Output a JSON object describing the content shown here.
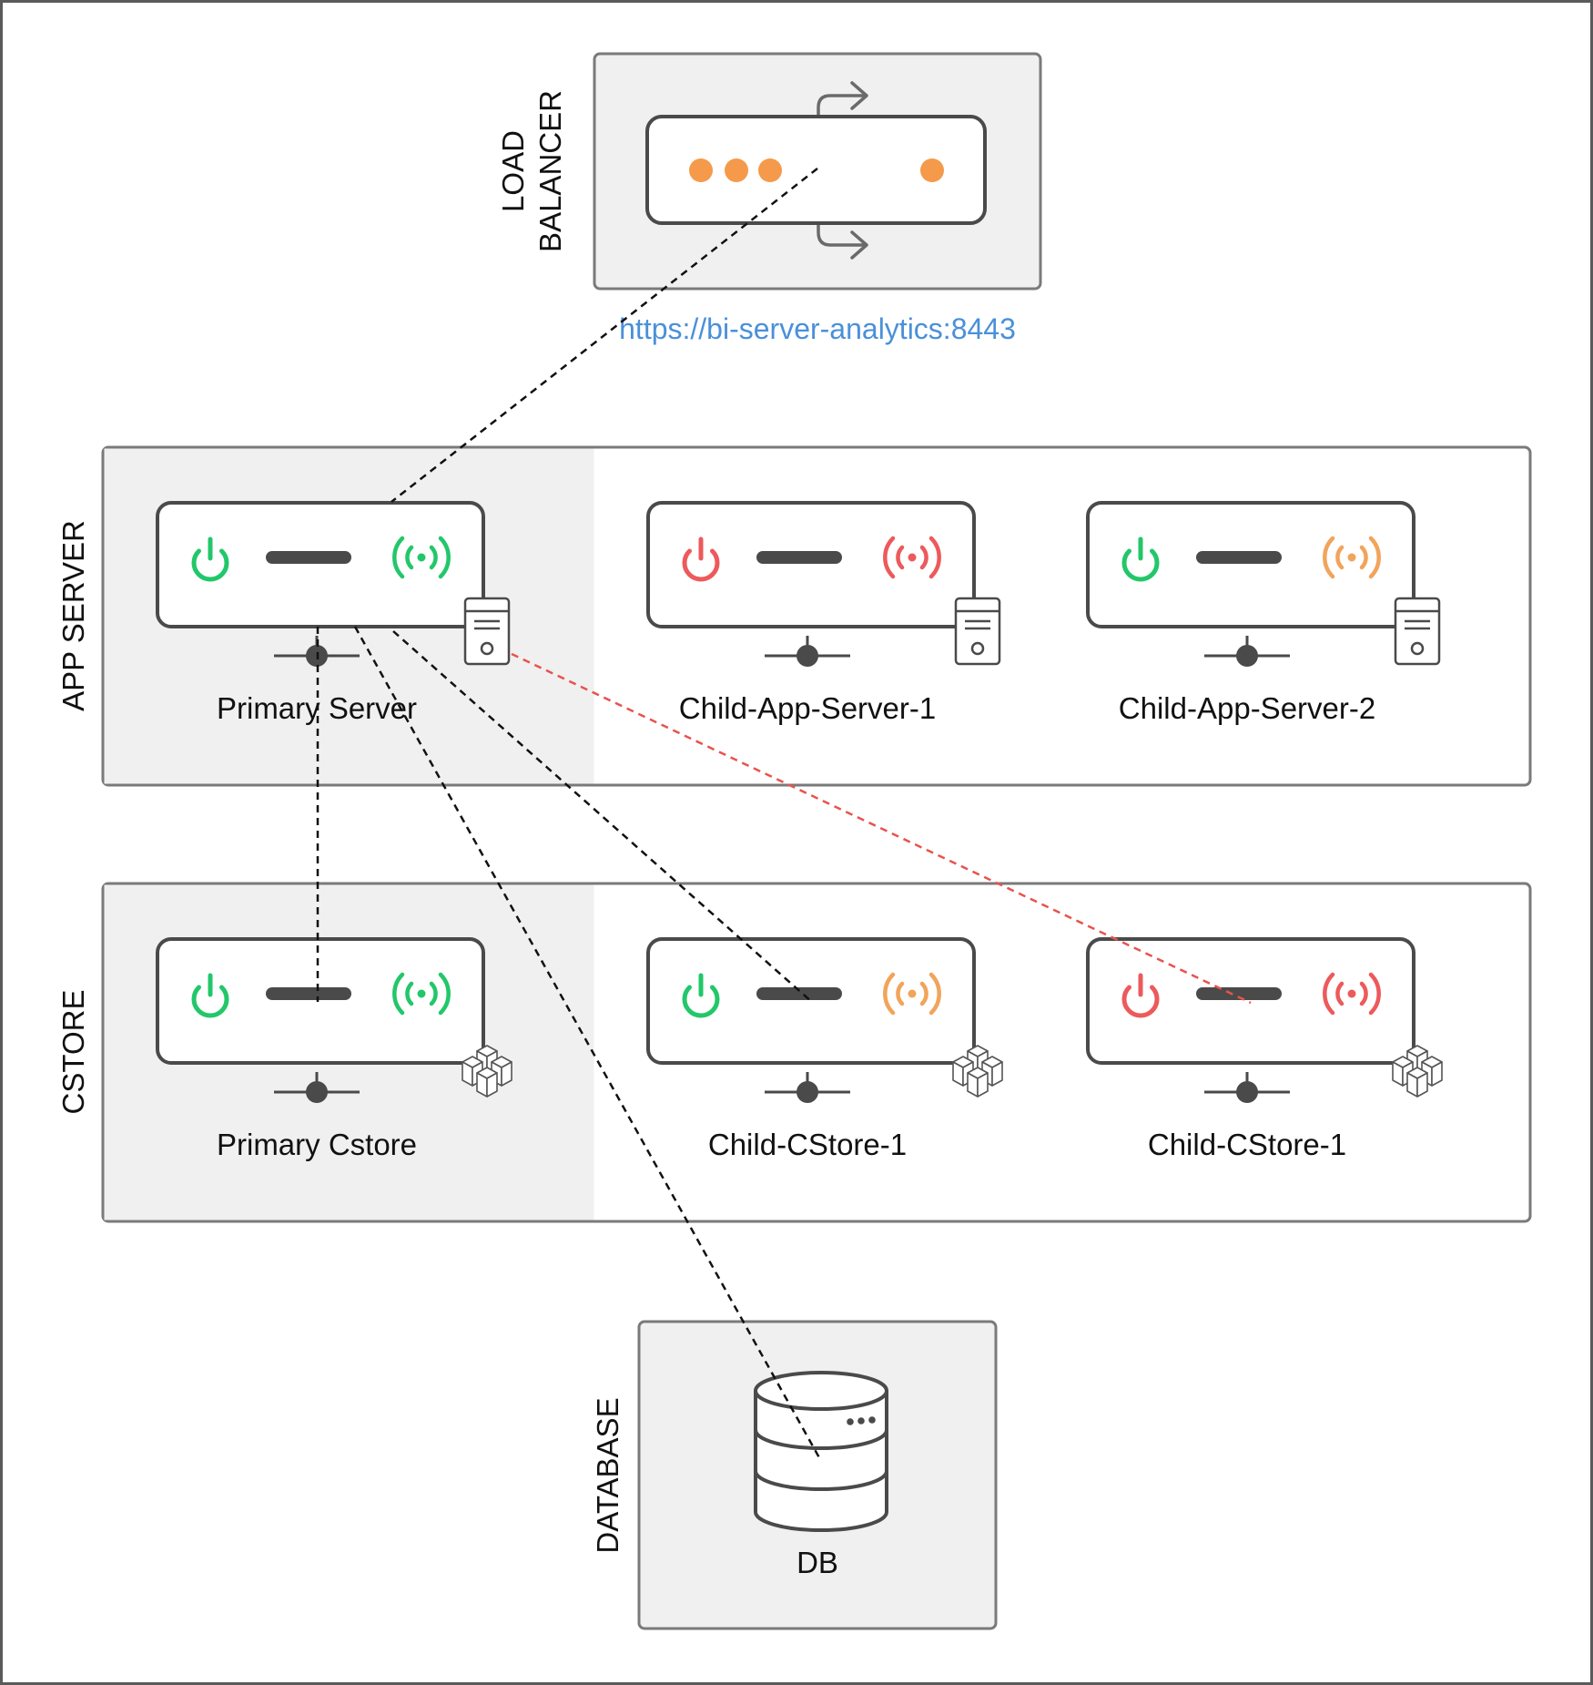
{
  "load_balancer": {
    "label_line1": "LOAD",
    "label_line2": "BALANCER",
    "url": "https://bi-server-analytics:8443"
  },
  "app_server": {
    "section_label": "APP SERVER",
    "nodes": [
      {
        "name": "Primary Server",
        "power": "green",
        "signal": "green"
      },
      {
        "name": "Child-App-Server-1",
        "power": "red",
        "signal": "red"
      },
      {
        "name": "Child-App-Server-2",
        "power": "green",
        "signal": "orange"
      }
    ]
  },
  "cstore": {
    "section_label": "CSTORE",
    "nodes": [
      {
        "name": "Primary Cstore",
        "power": "green",
        "signal": "green"
      },
      {
        "name": "Child-CStore-1",
        "power": "green",
        "signal": "orange"
      },
      {
        "name": "Child-CStore-1",
        "power": "red",
        "signal": "red"
      }
    ]
  },
  "database": {
    "section_label": "DATABASE",
    "name": "DB"
  },
  "colors": {
    "green": "#22c76a",
    "red": "#ec5a5c",
    "orange": "#f1a45b",
    "lb_dot": "#f59a4a",
    "url": "#4a90d9",
    "border": "#5a5a5a",
    "panel_gray": "#f0f0f0",
    "dashed_black": "#111111",
    "dashed_red": "#e8534d"
  },
  "icons": {
    "power": "power-icon",
    "signal": "wireless-signal-icon",
    "server_tower": "server-tower-icon",
    "cubes": "cubes-cluster-icon",
    "database": "database-cylinder-icon",
    "routing_arrow": "routing-arrow-icon"
  }
}
